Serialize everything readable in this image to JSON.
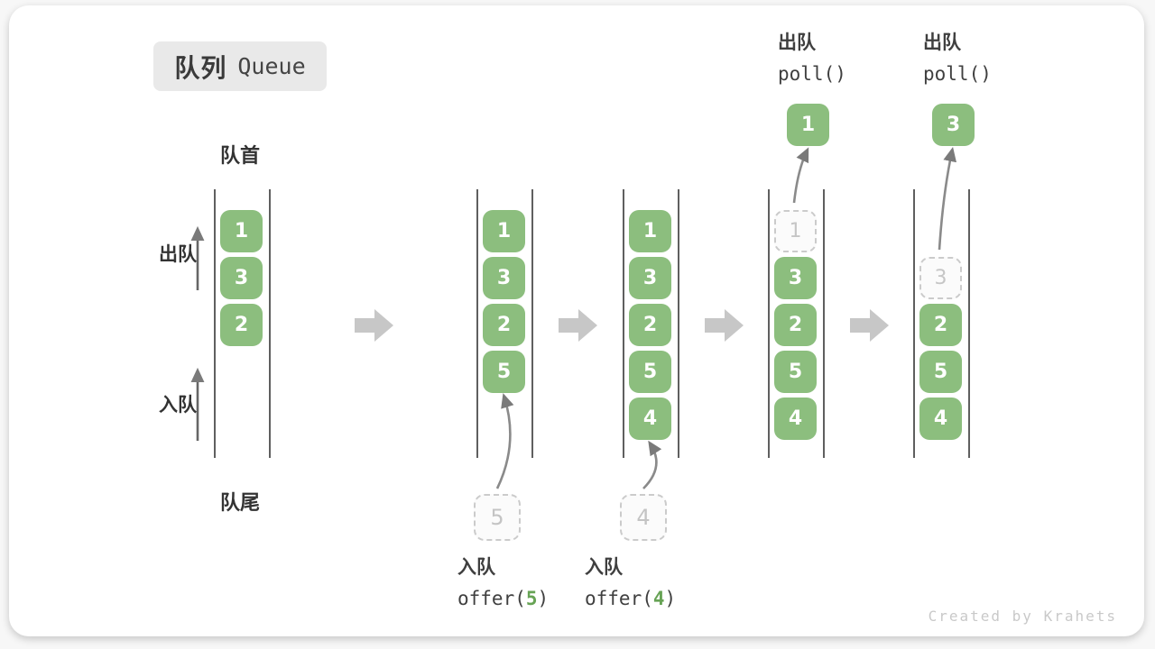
{
  "title": {
    "zh": "队列",
    "en": "Queue"
  },
  "labels": {
    "front": "队首",
    "rear": "队尾",
    "dequeue": "出队",
    "enqueue": "入队",
    "watermark": "Created by Krahets"
  },
  "colors": {
    "item_green": "#8cbe7e",
    "item_text": "#ffffff",
    "code_arg_green": "#67a355",
    "flow_arrow_gray": "#c7c7c7",
    "thin_arrow_gray": "#7a7a7a",
    "wall_gray": "#5f5f5f",
    "label_dark": "#3f3f3f",
    "dashed_border": "#cbcbcb",
    "dashed_text": "#c6c6c6",
    "badge_bg": "#e9e9e9"
  },
  "queue_states": [
    {
      "items": [
        {
          "slot": 0,
          "v": "1",
          "style": "solid"
        },
        {
          "slot": 1,
          "v": "3",
          "style": "solid"
        },
        {
          "slot": 2,
          "v": "2",
          "style": "solid"
        }
      ]
    },
    {
      "items": [
        {
          "slot": 0,
          "v": "1",
          "style": "solid"
        },
        {
          "slot": 1,
          "v": "3",
          "style": "solid"
        },
        {
          "slot": 2,
          "v": "2",
          "style": "solid"
        },
        {
          "slot": 3,
          "v": "5",
          "style": "solid"
        }
      ],
      "incoming": {
        "v": "5",
        "label_zh": "入队",
        "code_prefix": "offer(",
        "code_arg": "5",
        "code_suffix": ")"
      }
    },
    {
      "items": [
        {
          "slot": 0,
          "v": "1",
          "style": "solid"
        },
        {
          "slot": 1,
          "v": "3",
          "style": "solid"
        },
        {
          "slot": 2,
          "v": "2",
          "style": "solid"
        },
        {
          "slot": 3,
          "v": "5",
          "style": "solid"
        },
        {
          "slot": 4,
          "v": "4",
          "style": "solid"
        }
      ],
      "incoming": {
        "v": "4",
        "label_zh": "入队",
        "code_prefix": "offer(",
        "code_arg": "4",
        "code_suffix": ")"
      }
    },
    {
      "items": [
        {
          "slot": 0,
          "v": "1",
          "style": "dashed"
        },
        {
          "slot": 1,
          "v": "3",
          "style": "solid"
        },
        {
          "slot": 2,
          "v": "2",
          "style": "solid"
        },
        {
          "slot": 3,
          "v": "5",
          "style": "solid"
        },
        {
          "slot": 4,
          "v": "4",
          "style": "solid"
        }
      ],
      "outgoing": {
        "v": "1",
        "label_zh": "出队",
        "code": "poll()"
      }
    },
    {
      "items": [
        {
          "slot": 1,
          "v": "3",
          "style": "dashed"
        },
        {
          "slot": 2,
          "v": "2",
          "style": "solid"
        },
        {
          "slot": 3,
          "v": "5",
          "style": "solid"
        },
        {
          "slot": 4,
          "v": "4",
          "style": "solid"
        }
      ],
      "outgoing": {
        "v": "3",
        "label_zh": "出队",
        "code": "poll()"
      }
    }
  ]
}
